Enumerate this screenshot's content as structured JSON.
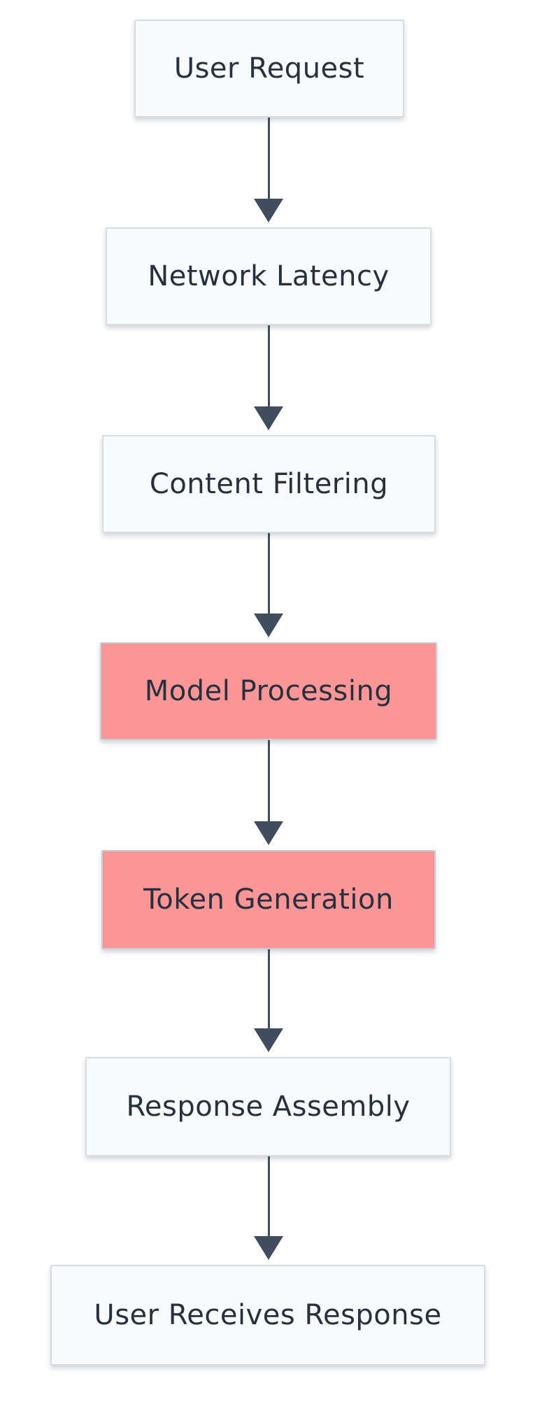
{
  "diagram": {
    "type": "flowchart",
    "direction": "top-down",
    "nodes": [
      {
        "id": "user-request",
        "label": "User Request",
        "highlighted": false
      },
      {
        "id": "network-latency",
        "label": "Network Latency",
        "highlighted": false
      },
      {
        "id": "content-filtering",
        "label": "Content Filtering",
        "highlighted": false
      },
      {
        "id": "model-processing",
        "label": "Model Processing",
        "highlighted": true
      },
      {
        "id": "token-generation",
        "label": "Token Generation",
        "highlighted": true
      },
      {
        "id": "response-assembly",
        "label": "Response Assembly",
        "highlighted": false
      },
      {
        "id": "user-receives-response",
        "label": "User Receives Response",
        "highlighted": false
      }
    ],
    "edges": [
      {
        "from": "user-request",
        "to": "network-latency"
      },
      {
        "from": "network-latency",
        "to": "content-filtering"
      },
      {
        "from": "content-filtering",
        "to": "model-processing"
      },
      {
        "from": "model-processing",
        "to": "token-generation"
      },
      {
        "from": "token-generation",
        "to": "response-assembly"
      },
      {
        "from": "response-assembly",
        "to": "user-receives-response"
      }
    ],
    "colors": {
      "background": "#ffffff",
      "node_fill": "#f8fafc",
      "node_border": "#d7dde4",
      "highlight_fill": "#fc9696",
      "highlight_border": "#c9ced5",
      "text": "#26303f",
      "arrow": "#414c5f"
    }
  }
}
